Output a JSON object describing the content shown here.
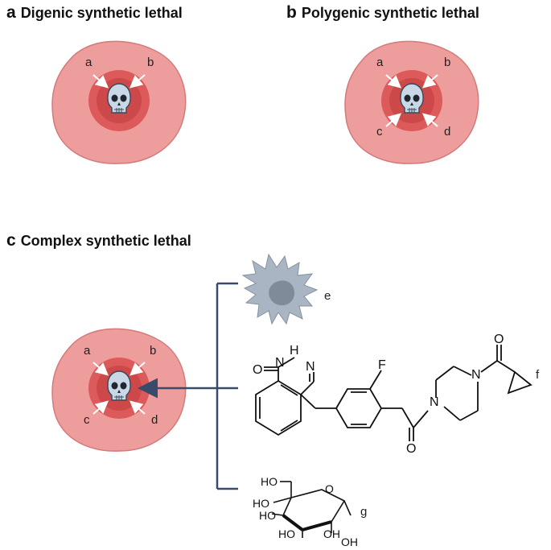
{
  "panels": [
    {
      "letter": "a",
      "title": "Digenic synthetic lethal"
    },
    {
      "letter": "b",
      "title": "Polygenic synthetic lethal"
    },
    {
      "letter": "c",
      "title": "Complex synthetic lethal"
    }
  ],
  "labels": {
    "a": "a",
    "b": "b",
    "c": "c",
    "d": "d",
    "e": "e",
    "f": "f",
    "g": "g"
  },
  "olaparib_atoms": {
    "O": "O",
    "H": "H",
    "N": "N",
    "F": "F"
  },
  "glucose_atoms": {
    "HO": "HO",
    "OH": "OH",
    "O": "O"
  },
  "colors": {
    "cell_outer": "#ee9d9d",
    "cell_outer_edge": "#d47a7a",
    "nucleus_outer": "#dd5a5a",
    "nucleus_inner": "#cd4848",
    "skull": "#c9d8e6",
    "connector": "#3a4a6b",
    "immune_cell": "#aab5c3",
    "immune_nucleus": "#7f8b99"
  }
}
